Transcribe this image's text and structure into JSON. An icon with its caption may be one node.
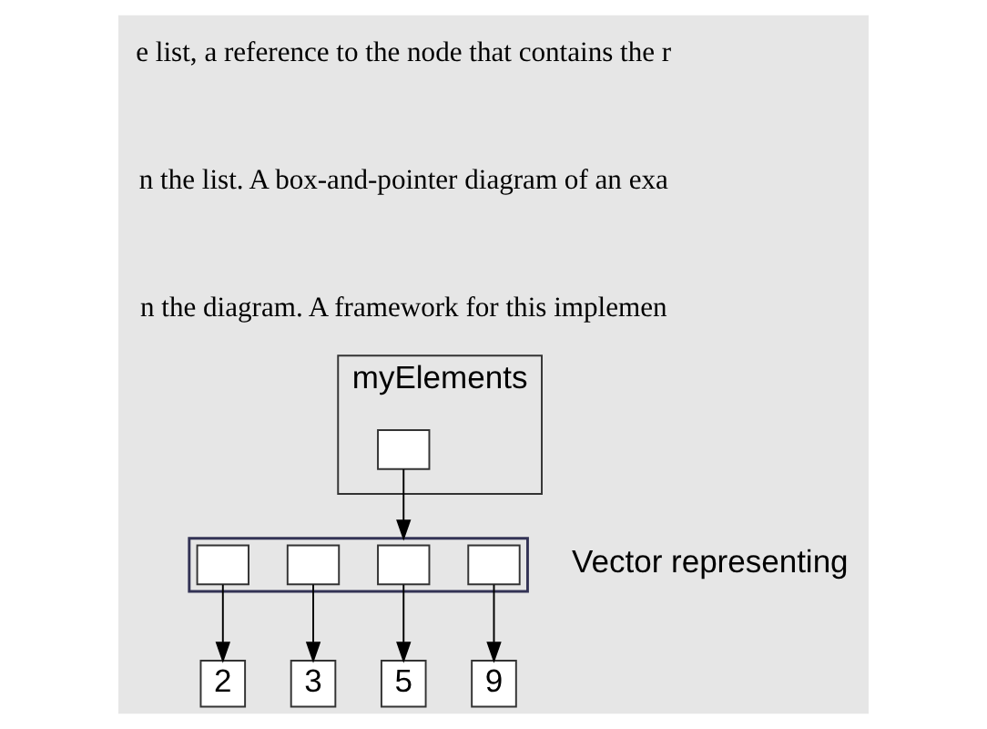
{
  "diagram": {
    "nodes": [
      {
        "text": [
          "myElements"
        ]
      },
      {
        "text": [],
        "shape": "box",
        "in": 0
      },
      {
        "text": [],
        "shape": "bar",
        "beside": [
          "Vector representing"
        ]
      },
      {
        "text": [],
        "shape": "box",
        "in": 2
      },
      {
        "text": [],
        "shape": "box",
        "in": 2
      },
      {
        "text": [],
        "shape": "box",
        "in": 2
      },
      {
        "text": [],
        "shape": "box",
        "in": 2
      },
      {
        "text": [
          "2"
        ]
      },
      {
        "text": [
          "3"
        ]
      },
      {
        "text": [
          "5"
        ]
      },
      {
        "text": [
          "9"
        ]
      }
    ],
    "edges": [
      {
        "from": 1,
        "to": 2,
        "arrow": "to"
      },
      {
        "from": 3,
        "to": 7,
        "arrow": "to"
      },
      {
        "from": 4,
        "to": 8,
        "arrow": "to"
      },
      {
        "from": 5,
        "to": 9,
        "arrow": "to"
      },
      {
        "from": 6,
        "to": 10,
        "arrow": "to"
      }
    ],
    "labels": [
      "e list, a reference to the node that contains the r",
      "n the list. A box-and-pointer diagram of an exa",
      "n the diagram. A framework for this implemen"
    ]
  }
}
